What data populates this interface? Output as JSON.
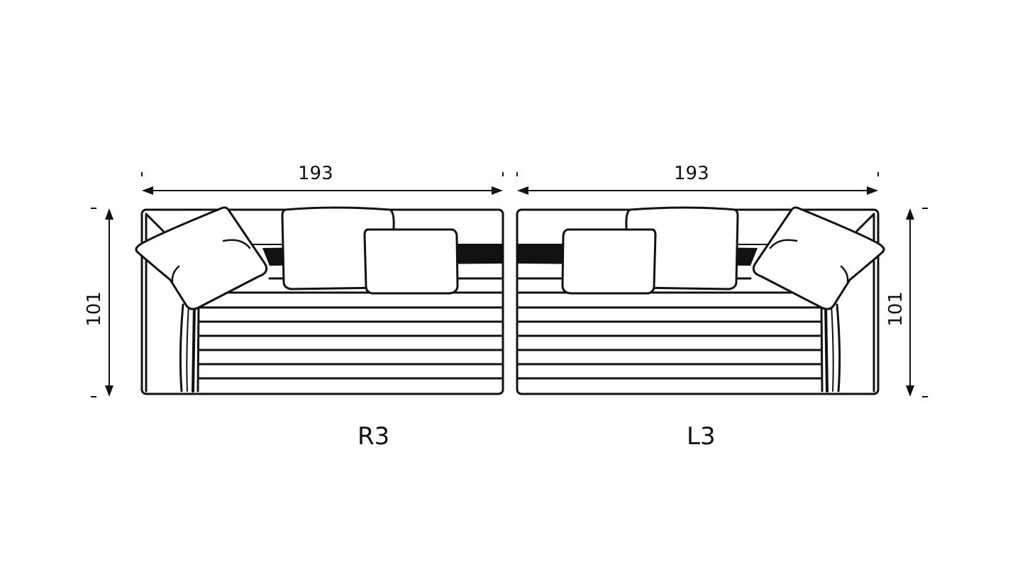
{
  "modules": [
    {
      "name": "R3",
      "width": "193",
      "depth": "101"
    },
    {
      "name": "L3",
      "width": "193",
      "depth": "101"
    }
  ]
}
